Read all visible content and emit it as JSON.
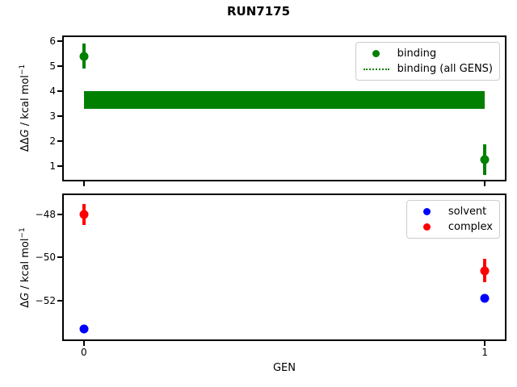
{
  "title": "RUN7175",
  "xlabel": "GEN",
  "colors": {
    "binding_green": "#008000",
    "solvent_blue": "#0000ff",
    "complex_red": "#ff0000",
    "axis_black": "#000000",
    "legend_border_gray": "#cccccc"
  },
  "chart_data": {
    "type": "scatter",
    "title": "RUN7175",
    "xlabel": "GEN",
    "grid": false,
    "plots": [
      {
        "id": "top",
        "ylabel_text": "ΔΔG / kcal mol⁻¹",
        "ylabel_parts": {
          "pre": "ΔΔ",
          "sym": "G",
          "mid": " / kcal mol",
          "sup": "−1"
        },
        "xlim": [
          -0.05,
          1.05
        ],
        "ylim": [
          0.44,
          6.17
        ],
        "yticks": [
          {
            "v": 1,
            "label": "1"
          },
          {
            "v": 2,
            "label": "2"
          },
          {
            "v": 3,
            "label": "3"
          },
          {
            "v": 4,
            "label": "4"
          },
          {
            "v": 5,
            "label": "5"
          },
          {
            "v": 6,
            "label": "6"
          }
        ],
        "xticks": [
          {
            "v": 0,
            "label": ""
          },
          {
            "v": 1,
            "label": ""
          }
        ],
        "series": [
          {
            "name": "binding",
            "color": "#008000",
            "marker": "circle",
            "points": [
              {
                "x": 0,
                "y": 5.4,
                "err": 0.5
              },
              {
                "x": 1,
                "y": 1.25,
                "err": 0.6
              }
            ]
          }
        ],
        "band": {
          "label": "binding (all GENS)",
          "color": "#008000",
          "x_from": 0,
          "x_to": 1,
          "y_low": 3.3,
          "y_high": 4.0
        },
        "legend": {
          "position": "upper right",
          "entries": [
            {
              "glyph": "dot",
              "color": "#008000",
              "label": "binding"
            },
            {
              "glyph": "dotted-line",
              "color": "#008000",
              "label": "binding (all GENS)"
            }
          ]
        }
      },
      {
        "id": "bottom",
        "ylabel_text": "ΔG / kcal mol⁻¹",
        "ylabel_parts": {
          "pre": "Δ",
          "sym": "G",
          "mid": " / kcal mol",
          "sup": "−1"
        },
        "xlim": [
          -0.05,
          1.05
        ],
        "ylim": [
          -53.8,
          -47.1
        ],
        "yticks": [
          {
            "v": -48,
            "label": "−48"
          },
          {
            "v": -50,
            "label": "−50"
          },
          {
            "v": -52,
            "label": "−52"
          }
        ],
        "xticks": [
          {
            "v": 0,
            "label": "0"
          },
          {
            "v": 1,
            "label": "1"
          }
        ],
        "series": [
          {
            "name": "solvent",
            "color": "#0000ff",
            "marker": "circle",
            "points": [
              {
                "x": 0,
                "y": -53.3,
                "err": 0.12
              },
              {
                "x": 1,
                "y": -51.9,
                "err": 0.12
              }
            ]
          },
          {
            "name": "complex",
            "color": "#ff0000",
            "marker": "circle",
            "points": [
              {
                "x": 0,
                "y": -48.0,
                "err": 0.5
              },
              {
                "x": 1,
                "y": -50.6,
                "err": 0.55
              }
            ]
          }
        ],
        "legend": {
          "position": "upper right",
          "entries": [
            {
              "glyph": "dot",
              "color": "#0000ff",
              "label": "solvent"
            },
            {
              "glyph": "dot",
              "color": "#ff0000",
              "label": "complex"
            }
          ]
        }
      }
    ]
  }
}
